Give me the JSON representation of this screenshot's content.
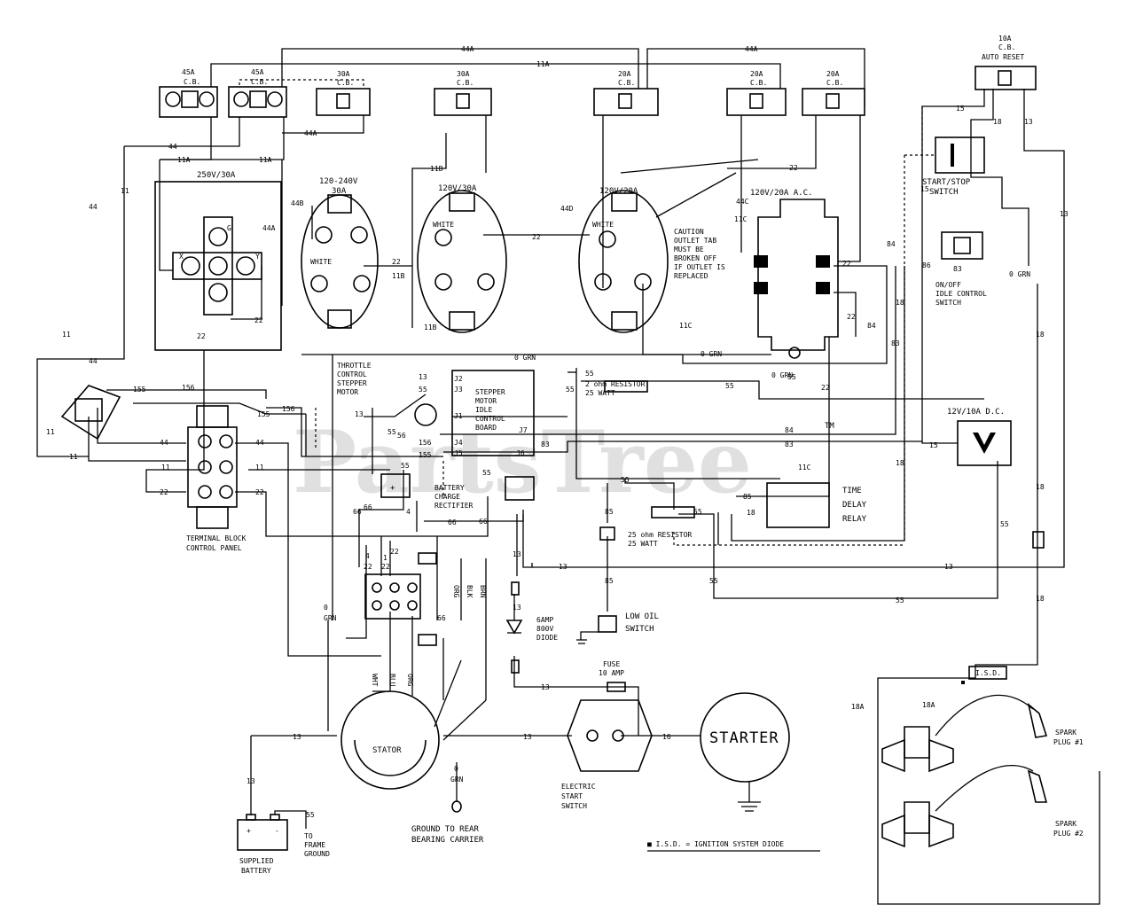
{
  "breakers": {
    "cb45a_1": "45A",
    "cb45a_2": "45A",
    "cb30a_1": "30A",
    "cb30a_2": "30A",
    "cb20a_1": "20A",
    "cb20a_2": "20A",
    "cb20a_3": "20A",
    "cb_suffix": "C.B.",
    "cb10a": "10A",
    "cb10a_auto": "AUTO RESET"
  },
  "receptacles": {
    "r250": "250V/30A",
    "r120240": "120-240V",
    "r120240_sub": "30A",
    "r120_30": "120V/30A",
    "r120_20": "120V/20A",
    "r120_20ac": "120V/20A A.C.",
    "white": "WHITE",
    "x": "X",
    "y": "Y",
    "g": "G"
  },
  "caution": [
    "CAUTION",
    "OUTLET TAB",
    "MUST BE",
    "BROKEN OFF",
    "IF OUTLET IS",
    "REPLACED"
  ],
  "switches": {
    "start_stop": [
      "START/STOP",
      "SWITCH"
    ],
    "idle": [
      "ON/OFF",
      "IDLE CONTROL",
      "SWITCH"
    ],
    "dc": "12V/10A D.C."
  },
  "components": {
    "throttle": [
      "THROTTLE",
      "CONTROL",
      "STEPPER",
      "MOTOR"
    ],
    "stepper_board": [
      "STEPPER",
      "MOTOR",
      "IDLE",
      "CONTROL",
      "BOARD"
    ],
    "resistor2": [
      "2 ohm RESISTOR",
      "25 WATT"
    ],
    "resistor25": [
      "25 ohm RESISTOR",
      "25 WATT"
    ],
    "rectifier": [
      "BATTERY",
      "CHARGE",
      "RECTIFIER"
    ],
    "relay": [
      "TIME",
      "DELAY",
      "RELAY"
    ],
    "terminal_block": [
      "TERMINAL BLOCK",
      "CONTROL PANEL"
    ],
    "low_oil": [
      "LOW OIL",
      "SWITCH"
    ],
    "diode": [
      "6AMP",
      "800V",
      "DIODE"
    ],
    "fuse": [
      "FUSE",
      "10 AMP"
    ],
    "electric_start": [
      "ELECTRIC",
      "START",
      "SWITCH"
    ],
    "starter": "STARTER",
    "stator": "STATOR",
    "ground": [
      "GROUND TO REAR",
      "BEARING CARRIER"
    ],
    "battery": [
      "SUPPLIED",
      "BATTERY"
    ],
    "frame_ground": [
      "TO",
      "FRAME",
      "GROUND"
    ],
    "spark1": [
      "SPARK",
      "PLUG #1"
    ],
    "spark2": [
      "SPARK",
      "PLUG #2"
    ],
    "isd": "I.S.D.",
    "legend": "■ I.S.D. = IGNITION SYSTEM DIODE"
  },
  "board_pins": [
    "J2",
    "J3",
    "J1",
    "J7",
    "J4",
    "J5",
    "J6"
  ],
  "stator_leads": [
    "WHT",
    "BLU",
    "ORG"
  ],
  "wire_labels": {
    "w44A": "44A",
    "w11A": "11A",
    "w44": "44",
    "w11": "11",
    "w11B": "11B",
    "w44B": "44B",
    "w44D": "44D",
    "w44C": "44C",
    "w11C": "11C",
    "w22": "22",
    "w0GRN": "0 GRN",
    "w0": "0",
    "wGRN": "GRN",
    "w13": "13",
    "w15": "15",
    "w18": "18",
    "w18A": "18A",
    "w55": "55",
    "w56": "56",
    "w66": "66",
    "w83": "83",
    "w84": "84",
    "w85": "85",
    "w86": "86",
    "w155": "155",
    "w156": "156",
    "w4": "4",
    "w1": "1",
    "wORG": "ORG",
    "wBLK": "BLK",
    "wBRN": "BRN",
    "w15a": "15",
    "w16": "16"
  },
  "watermark": "PartsTree",
  "trademark": "TM"
}
